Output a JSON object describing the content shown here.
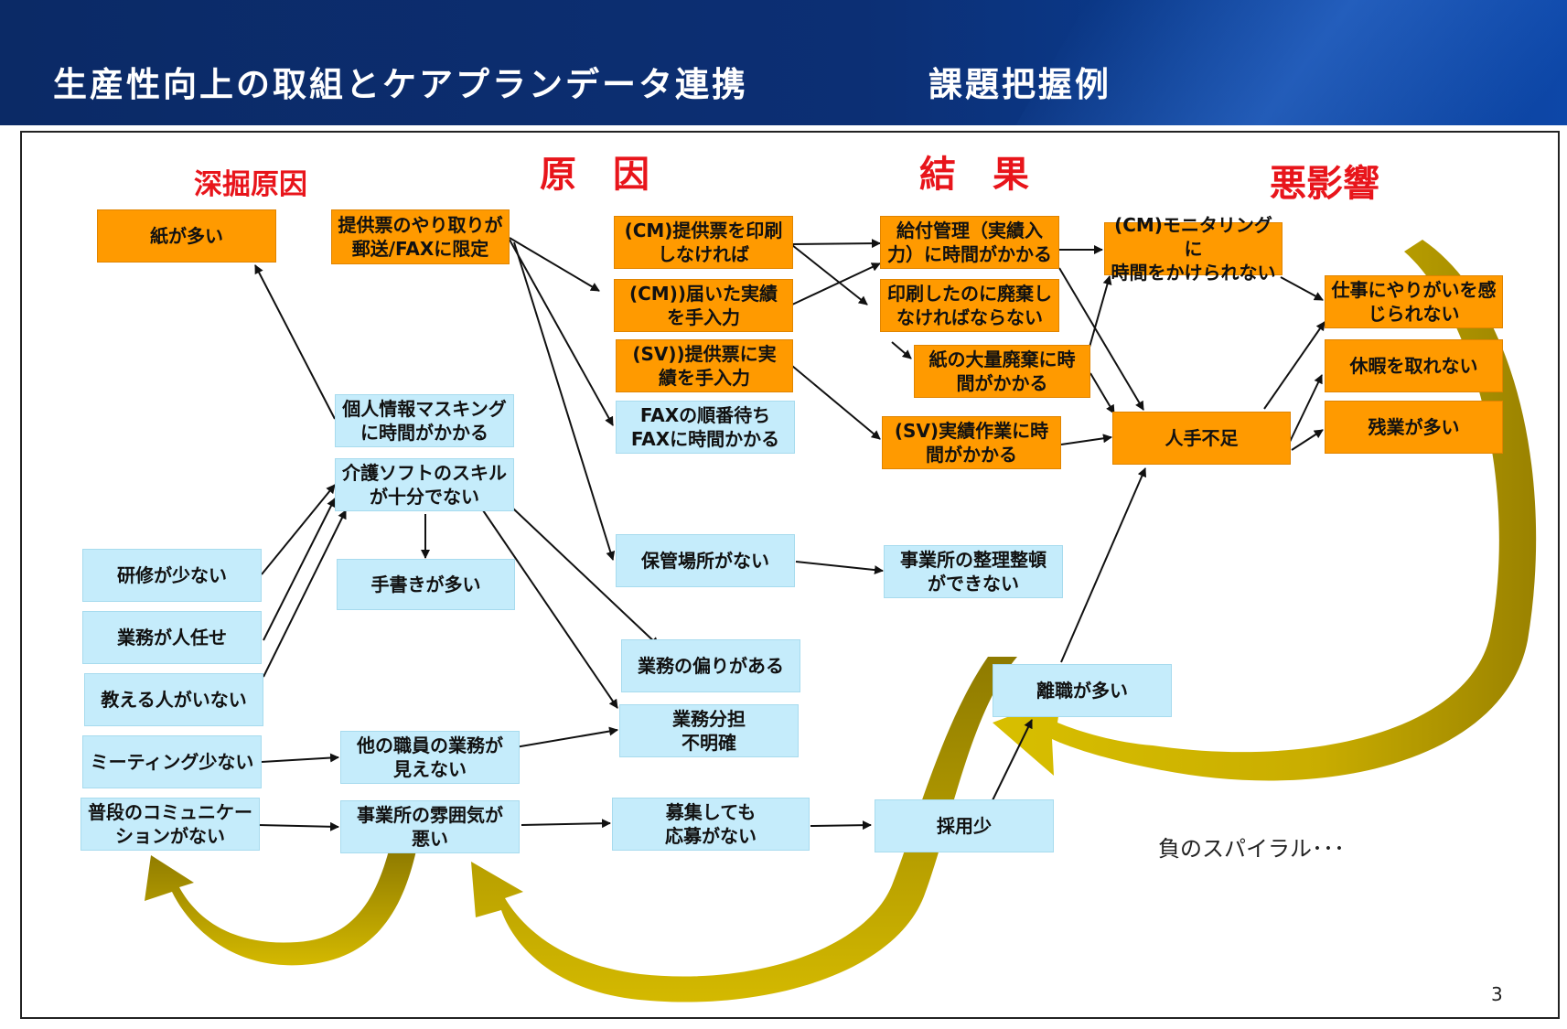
{
  "header": {
    "title": "生産性向上の取組とケアプランデータ連携",
    "subtitle": "課題把握例"
  },
  "columns": {
    "deep": "深掘原因",
    "cause": "原　因",
    "result": "結　果",
    "impact": "悪影響"
  },
  "boxes": {
    "paper_many": "紙が多い",
    "sheet_exchange": "提供票のやり取りが\n郵送/FAXに限定",
    "cm_print": "(CM)提供票を印刷\nしなければ",
    "cm_input": "(CM))届いた実績\nを手入力",
    "sv_input": "(SV))提供票に実\n績を手入力",
    "fax_wait": "FAXの順番待ち\nFAXに時間かかる",
    "benefit_mgmt": "給付管理（実績入\n力）に時間がかかる",
    "print_discard": "印刷したのに廃棄し\nなければならない",
    "paper_disposal": "紙の大量廃棄に時\n間がかかる",
    "sv_work": "(SV)実績作業に時\n間がかかる",
    "cm_monitoring": "(CM)モニタリングに\n時間をかけられない",
    "staff_shortage": "人手不足",
    "no_motivation": "仕事にやりがいを感\nじられない",
    "no_vacation": "休暇を取れない",
    "overtime": "残業が多い",
    "privacy_masking": "個人情報マスキング\nに時間がかかる",
    "software_skill": "介護ソフトのスキル\nが十分でない",
    "handwriting": "手書きが多い",
    "few_training": "研修が少ない",
    "left_to_individuals": "業務が人任せ",
    "no_teacher": "教える人がいない",
    "few_meetings": "ミーティング少ない",
    "no_communication": "普段のコミュニケー\nションがない",
    "cannot_see_work": "他の職員の業務が\n見えない",
    "bad_atmosphere": "事業所の雰囲気が\n悪い",
    "no_applicants": "募集しても\n応募がない",
    "few_hires": "採用少",
    "no_storage": "保管場所がない",
    "no_organizing": "事業所の整理整頓\nができない",
    "work_bias": "業務の偏りがある",
    "unclear_roles": "業務分担\n不明確",
    "many_resign": "離職が多い"
  },
  "spiral_label": "負のスパイラル･･･",
  "page_number": "3",
  "colors": {
    "header_bg": "#0c2f74",
    "heading_red": "#e8151b",
    "orange_box": "#ff9a00",
    "blue_box": "#c5ecfb",
    "spiral_gold": "#c9ad00"
  }
}
